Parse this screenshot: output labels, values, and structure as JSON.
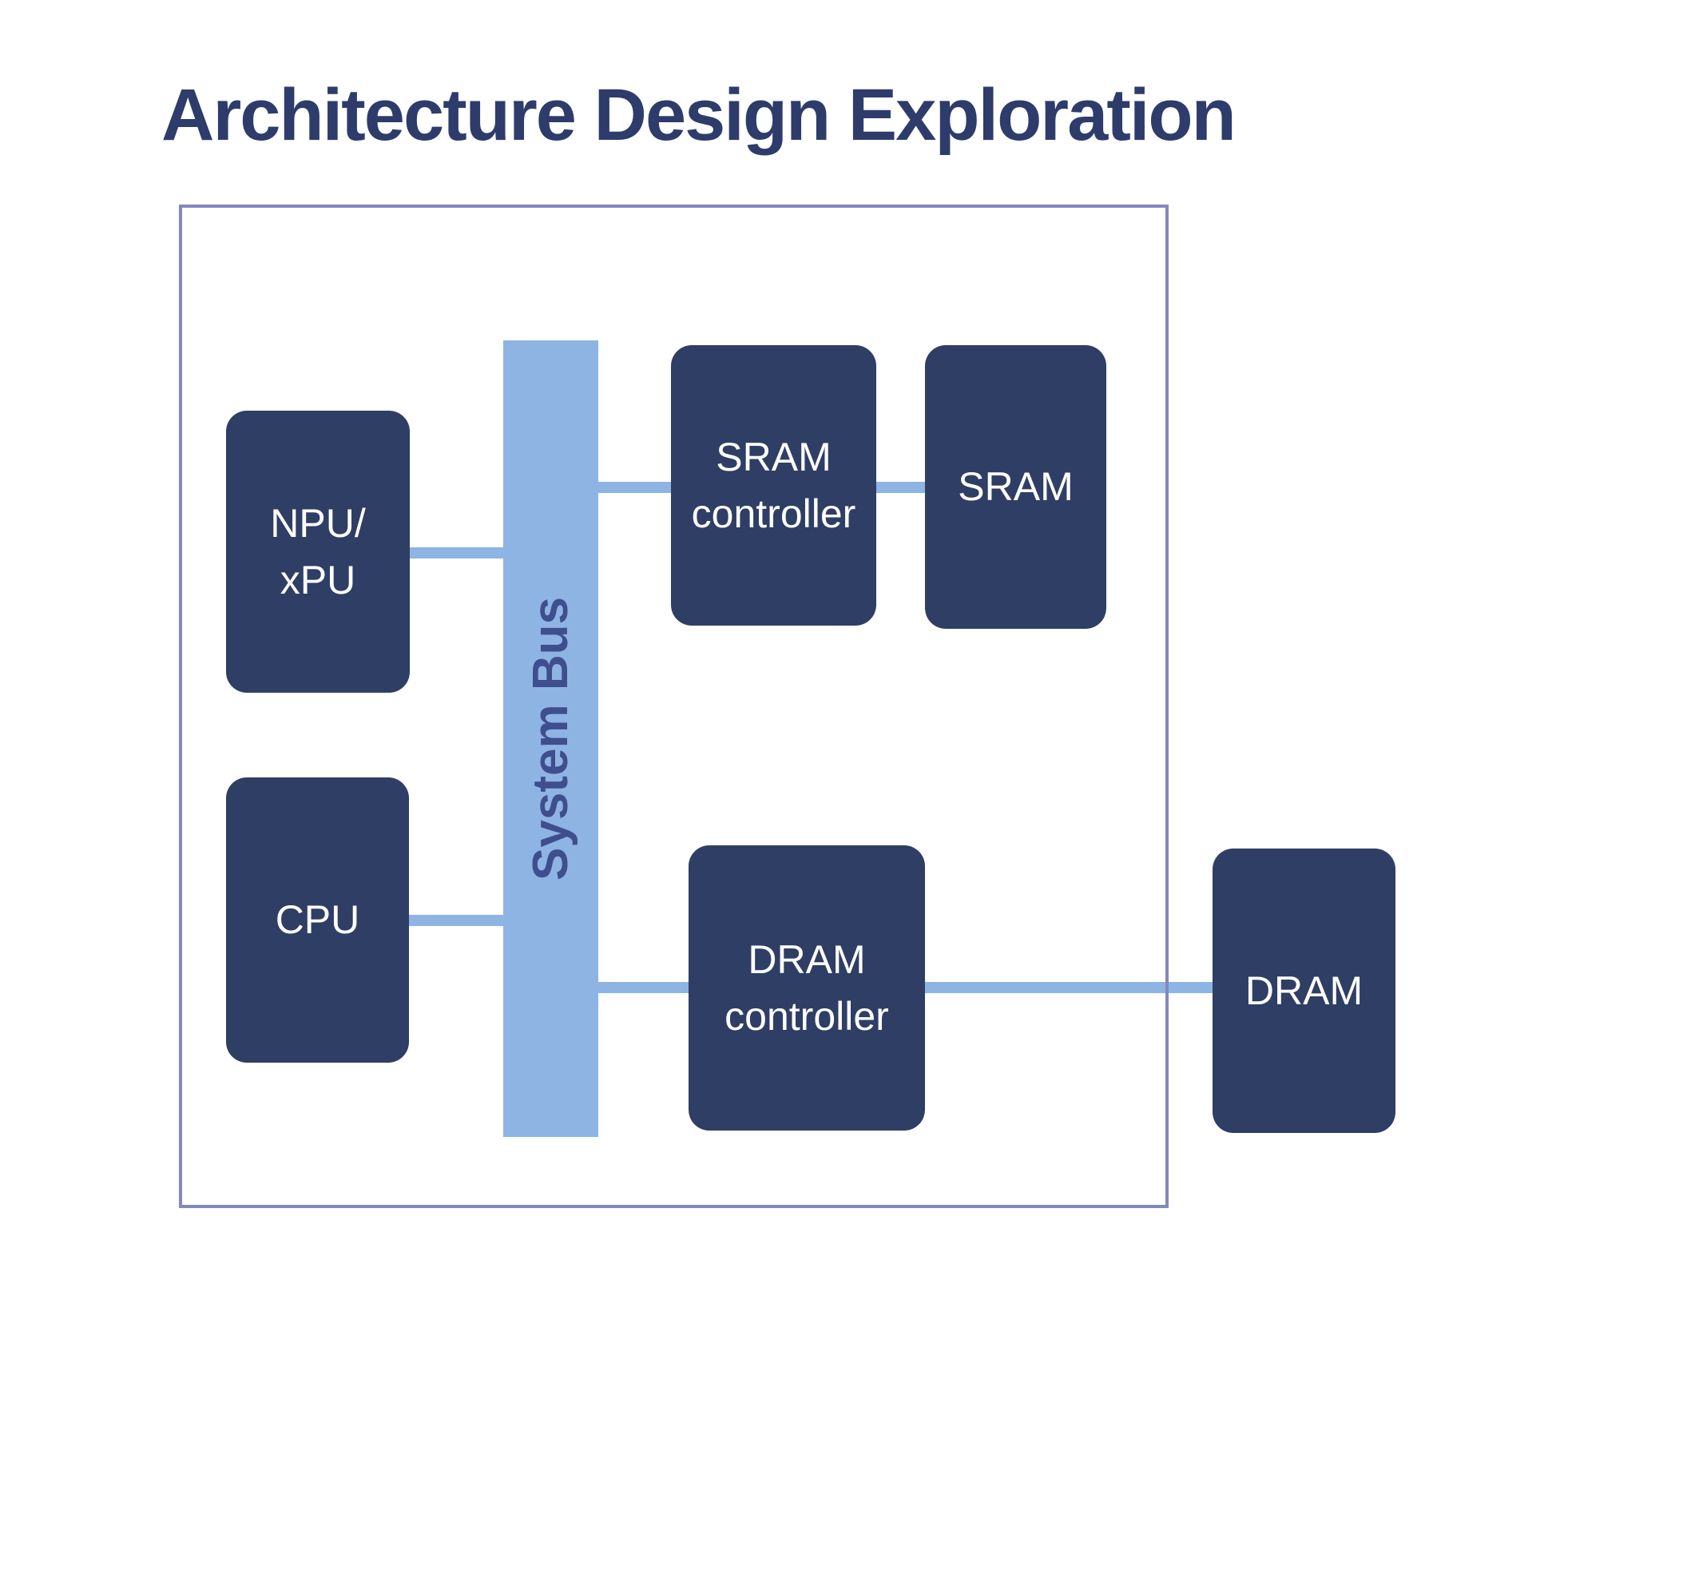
{
  "title": "Architecture Design Exploration",
  "bus": {
    "label": "System Bus"
  },
  "blocks": {
    "npu": {
      "line1": "NPU/",
      "line2": "xPU"
    },
    "cpu": {
      "line1": "CPU"
    },
    "sram_controller": {
      "line1": "SRAM",
      "line2": "controller"
    },
    "sram": {
      "line1": "SRAM"
    },
    "dram_controller": {
      "line1": "DRAM",
      "line2": "controller"
    },
    "dram": {
      "line1": "DRAM"
    }
  },
  "colors": {
    "title_ink": "#2E3C6B",
    "frame_border": "#8288BF",
    "bus_fill": "#8EB4E3",
    "bus_ink": "#3F4E8C",
    "node_fill": "#2F3E64",
    "node_ink": "#FFFFFF"
  }
}
